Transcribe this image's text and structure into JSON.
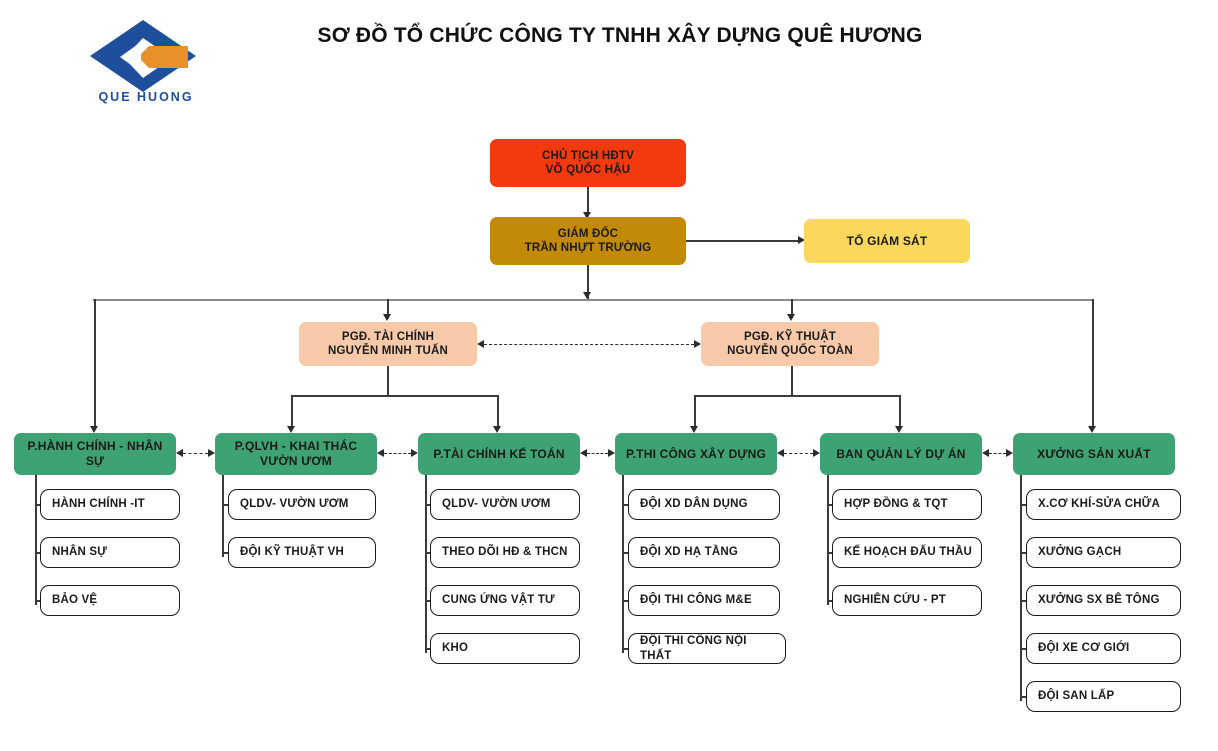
{
  "header": {
    "title": "SƠ ĐỒ TỔ CHỨC CÔNG TY TNHH XÂY DỰNG QUÊ HƯƠNG",
    "logo_text": "QUE HUONG",
    "logo_colors": {
      "mark_blue": "#1F4E9C",
      "mark_orange": "#E8912A"
    }
  },
  "palette": {
    "chairman": "#F23A0E",
    "director": "#C28A06",
    "supervision": "#FBD75B",
    "deputy": "#F7C9A8",
    "department": "#3EA272",
    "leaf_bg": "#FFFFFF",
    "leaf_border": "#1A1A1A",
    "connector": "#3A3A3A"
  },
  "nodes": {
    "chairman": {
      "line1": "CHỦ TỊCH HĐTV",
      "line2": "VÕ QUỐC HẬU"
    },
    "director": {
      "line1": "GIÁM ĐỐC",
      "line2": "TRẦN NHỰT TRƯỜNG"
    },
    "supervision": {
      "line1": "TỔ GIÁM SÁT"
    },
    "deputy_finance": {
      "line1": "PGĐ. TÀI CHÍNH",
      "line2": "NGUYỄN MINH TUẤN"
    },
    "deputy_technical": {
      "line1": "PGĐ. KỸ THUẬT",
      "line2": "NGUYỄN QUỐC TOÀN"
    }
  },
  "departments": [
    {
      "id": "hanh-chinh-nhan-su",
      "line1": "P.HÀNH CHÍNH - NHÂN SỰ",
      "line2": "",
      "children": [
        "HÀNH CHÍNH -IT",
        "NHÂN SỰ",
        "BẢO VỆ"
      ]
    },
    {
      "id": "qlvh-khai-thac",
      "line1": "P.QLVH - KHAI THÁC",
      "line2": "VƯỜN ƯƠM",
      "children": [
        "QLDV- VƯỜN ƯƠM",
        "ĐỘI KỸ THUẬT VH"
      ]
    },
    {
      "id": "tai-chinh-ke-toan",
      "line1": "P.TÀI CHÍNH KẾ TOÁN",
      "line2": "",
      "children": [
        "QLDV- VƯỜN ƯƠM",
        "THEO DÕI HĐ & THCN",
        "CUNG ỨNG VẬT TƯ",
        "KHO"
      ]
    },
    {
      "id": "thi-cong-xay-dung",
      "line1": "P.THI CÔNG XÂY DỰNG",
      "line2": "",
      "children": [
        "ĐỘI XD DÂN DỤNG",
        "ĐỘI XD HẠ TẦNG",
        "ĐỘI THI CÔNG M&E",
        "ĐỘI THI CÔNG NỘI THẤT"
      ]
    },
    {
      "id": "ban-quan-ly-du-an",
      "line1": "BAN QUẢN LÝ DỰ ÁN",
      "line2": "",
      "children": [
        "HỢP ĐỒNG & TQT",
        "KẾ HOẠCH ĐẤU THẦU",
        "NGHIÊN CỨU - PT"
      ]
    },
    {
      "id": "xuong-san-xuat",
      "line1": "XƯỞNG SẢN XUẤT",
      "line2": "",
      "children": [
        "X.CƠ KHÍ-SỬA CHỮA",
        "XƯỞNG GẠCH",
        "XƯỞNG SX BÊ TÔNG",
        "ĐỘI XE CƠ GIỚI",
        "ĐỘI SAN LẤP"
      ]
    }
  ]
}
